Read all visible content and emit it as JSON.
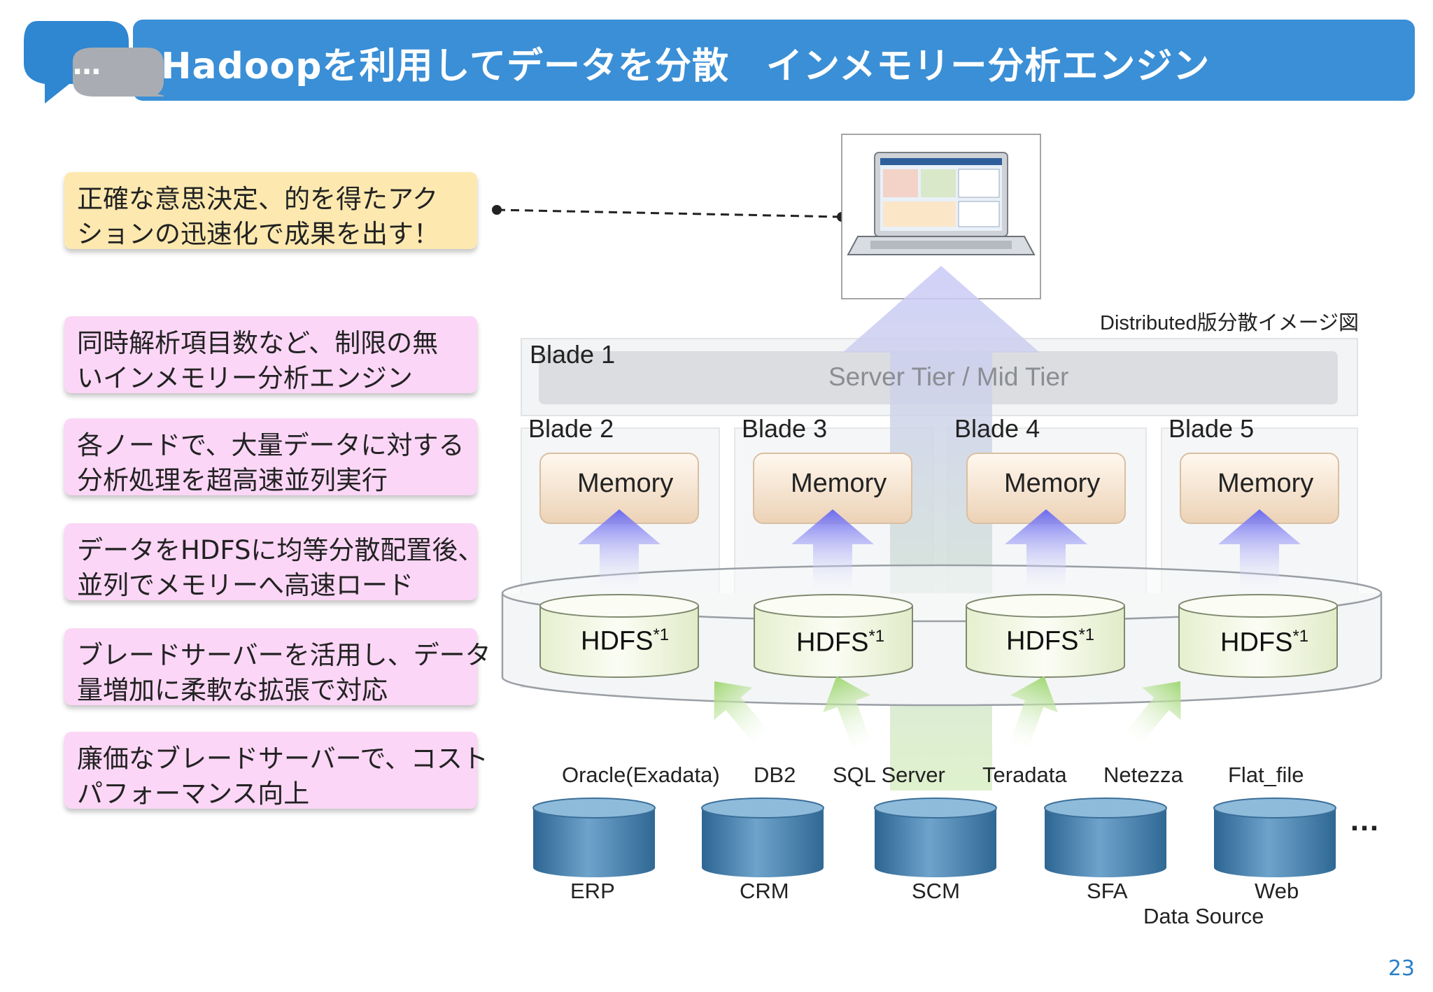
{
  "title": "Hadoopを利用してデータを分散　インメモリー分析エンジン",
  "bubble_icon_text": "…",
  "callouts": [
    {
      "lines": [
        "正確な意思決定、的を得たアク",
        "ションの迅速化で成果を出す！"
      ],
      "color": "#fde9b0"
    },
    {
      "lines": [
        "同時解析項目数など、制限の無",
        "いインメモリー分析エンジン"
      ],
      "color": "#fbd6f6"
    },
    {
      "lines": [
        "各ノードで、大量データに対する",
        "分析処理を超高速並列実行"
      ],
      "color": "#fbd6f6"
    },
    {
      "lines": [
        "データをHDFSに均等分散配置後、",
        "並列でメモリーへ高速ロード"
      ],
      "color": "#fbd6f6"
    },
    {
      "lines": [
        "ブレードサーバーを活用し、データ",
        "量増加に柔軟な拡張で対応"
      ],
      "color": "#fbd6f6"
    },
    {
      "lines": [
        "廉価なブレードサーバーで、コスト",
        "パフォーマンス向上"
      ],
      "color": "#fbd6f6"
    }
  ],
  "diagram": {
    "caption": "Distributed版分散イメージ図",
    "blade1": {
      "label": "Blade 1",
      "tier": "Server Tier / Mid Tier"
    },
    "blades": [
      {
        "label": "Blade 2",
        "memory": "Memory",
        "hdfs": "HDFS",
        "hdfs_note": "*1"
      },
      {
        "label": "Blade 3",
        "memory": "Memory",
        "hdfs": "HDFS",
        "hdfs_note": "*1"
      },
      {
        "label": "Blade 4",
        "memory": "Memory",
        "hdfs": "HDFS",
        "hdfs_note": "*1"
      },
      {
        "label": "Blade 5",
        "memory": "Memory",
        "hdfs": "HDFS",
        "hdfs_note": "*1"
      }
    ],
    "sources": [
      "Oracle(Exadata)",
      "DB2",
      "SQL Server",
      "Teradata",
      "Netezza",
      "Flat_file"
    ],
    "databases": [
      "ERP",
      "CRM",
      "SCM",
      "SFA",
      "Web"
    ],
    "more": "…",
    "data_source_label": "Data Source"
  },
  "page_number": "23",
  "colors": {
    "title_bar": "#3a8fd6",
    "bubble": "#2f86d1",
    "memory_box": "#f2dcc4",
    "hdfs_cylinder": "#f1f6e2",
    "db_cylinder": "#3f7aa8",
    "up_arrow": "#7070f0",
    "green_arrow": "#a9dc7e"
  }
}
